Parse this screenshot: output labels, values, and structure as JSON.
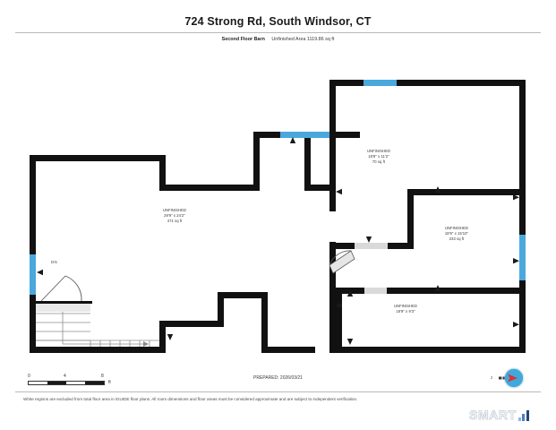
{
  "header": {
    "title": "724 Strong Rd, South Windsor, CT",
    "floor_label": "Second Floor Barn",
    "area_text": "Unfinished Area 1119.86 sq ft"
  },
  "rooms": [
    {
      "id": "left-main",
      "name": "UNFINISHED",
      "dimensions": "29'9\" x 24'2\"",
      "area": "471 sq ft"
    },
    {
      "id": "upper-right-small",
      "name": "UNFINISHED",
      "dimensions": "18'8\" x 11'2\"",
      "area": "70 sq ft"
    },
    {
      "id": "right-main",
      "name": "UNFINISHED",
      "dimensions": "18'9\" x 15'10\"",
      "area": "233 sq ft"
    },
    {
      "id": "lower-right",
      "name": "UNFINISHED",
      "dimensions": "18'9\" x 9'3\"",
      "area": ""
    }
  ],
  "stairs": {
    "direction_label": "DN"
  },
  "scale": {
    "tick_0": "0",
    "tick_4": "4",
    "tick_8": "8",
    "unit": "ft"
  },
  "compass": {
    "letter": "z"
  },
  "prepared": "PREPARED: 2026/03/21",
  "disclaimer": "White regions are excluded from total floor area in iGUIDE floor plans. All room dimensions and floor areas must be considered approximate and are subject to independent verification.",
  "brand": {
    "word": "SMART"
  },
  "colors": {
    "wall": "#111111",
    "window": "#4aa8dd",
    "door_opening": "#d9d9d9",
    "stair_line": "#8c8c8c",
    "arrow": "#1a1a1a"
  }
}
